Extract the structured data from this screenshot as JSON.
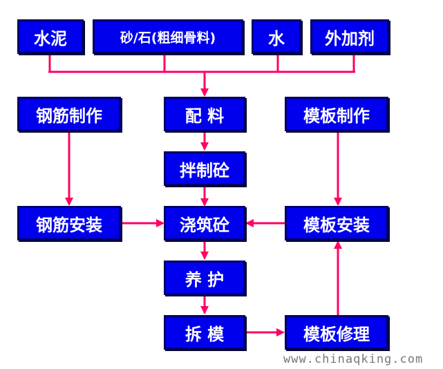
{
  "materials": {
    "cement": "水泥",
    "aggregate": "砂/石(粗细骨料)",
    "water": "水",
    "admixture": "外加剂"
  },
  "steps": {
    "rebar_fabrication": "钢筋制作",
    "batching": "配 料",
    "formwork_fabrication": "模板制作",
    "mixing": "拌制砼",
    "rebar_installation": "钢筋安装",
    "pouring": "浇筑砼",
    "formwork_installation": "模板安装",
    "curing": "养 护",
    "demolding": "拆 模",
    "formwork_repair": "模板修理"
  },
  "watermark": "www.chinaqking.com",
  "colors": {
    "box_fill": "#0000ee",
    "box_border": "#000066",
    "box_text": "#ffffff",
    "connector": "#ff0066"
  }
}
